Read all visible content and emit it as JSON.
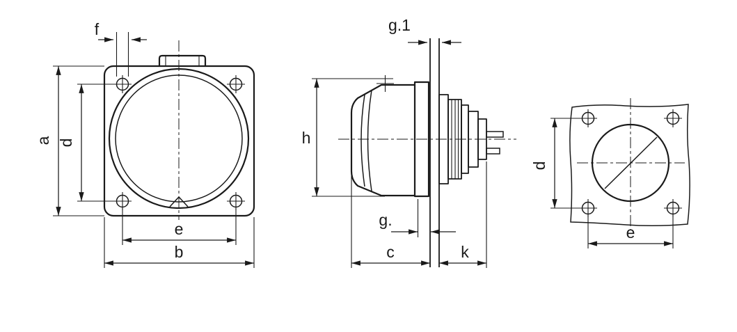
{
  "colors": {
    "line": "#1a1a1a",
    "background": "#ffffff"
  },
  "drawing": {
    "dimensions": {
      "front": {
        "f": "f",
        "a": "a",
        "d": "d",
        "e": "e",
        "b": "b"
      },
      "side": {
        "g1": "g.1",
        "h": "h",
        "g": "g.",
        "c": "c",
        "k": "k"
      },
      "cutout": {
        "d": "d",
        "e": "e"
      }
    }
  }
}
